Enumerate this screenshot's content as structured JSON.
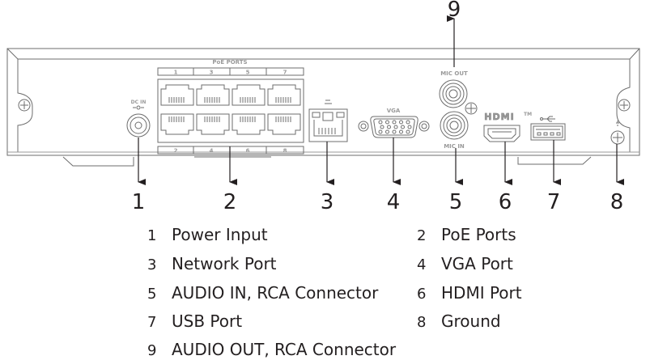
{
  "diagram": {
    "title": "Rear Panel",
    "panel_labels": {
      "dc_in": "DC IN",
      "poe_ports": "PoE PORTS",
      "vga": "VGA",
      "mic_out": "MIC OUT",
      "mic_in": "MIC IN",
      "hdmi": "HDMI",
      "hdmi_tm": "TM"
    },
    "poe_port_numbers_top": [
      "1",
      "3",
      "5",
      "7"
    ],
    "poe_port_numbers_bottom": [
      "2",
      "4",
      "6",
      "8"
    ],
    "callouts": [
      "1",
      "2",
      "3",
      "4",
      "5",
      "6",
      "7",
      "8",
      "9"
    ]
  },
  "legend": [
    {
      "num": "1",
      "label": "Power Input"
    },
    {
      "num": "2",
      "label": "PoE Ports"
    },
    {
      "num": "3",
      "label": "Network Port"
    },
    {
      "num": "4",
      "label": "VGA Port"
    },
    {
      "num": "5",
      "label": "AUDIO IN, RCA Connector"
    },
    {
      "num": "6",
      "label": "HDMI Port"
    },
    {
      "num": "7",
      "label": "USB Port"
    },
    {
      "num": "8",
      "label": "Ground"
    },
    {
      "num": "9",
      "label": "AUDIO OUT, RCA Connector"
    }
  ]
}
